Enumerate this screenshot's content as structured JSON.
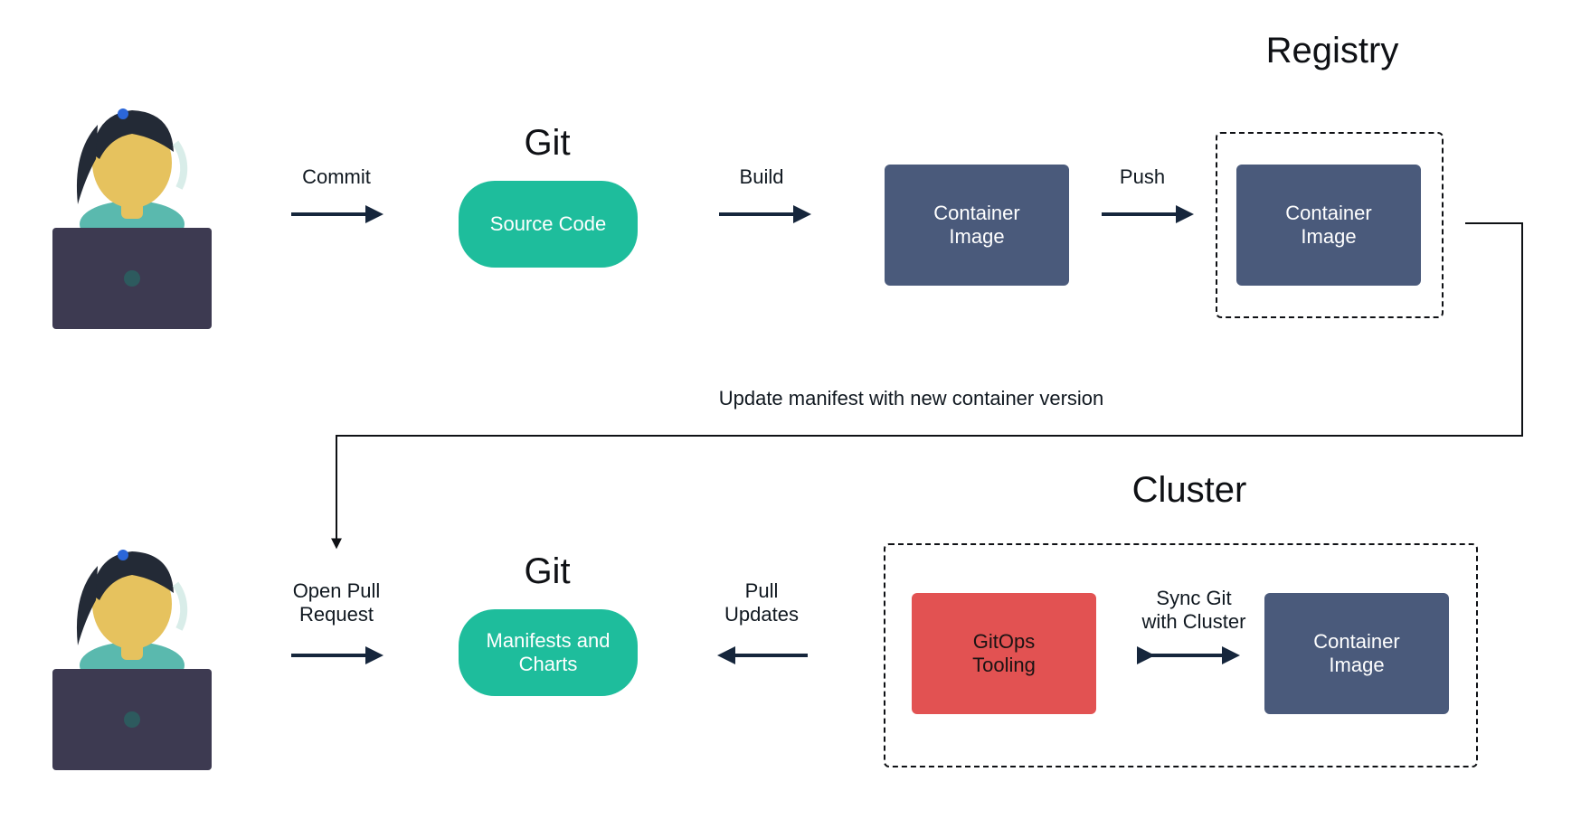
{
  "flow_top": {
    "commit_label": "Commit",
    "git_heading": "Git",
    "source_code": "Source Code",
    "build_label": "Build",
    "build_image": "Container\nImage",
    "push_label": "Push",
    "registry_heading": "Registry",
    "registry_image": "Container\nImage"
  },
  "update_label": "Update manifest with new container version",
  "flow_bottom": {
    "pr_label": "Open Pull\nRequest",
    "git_heading": "Git",
    "manifests": "Manifests and\nCharts",
    "pull_label": "Pull\nUpdates",
    "cluster_heading": "Cluster",
    "gitops": "GitOps\nTooling",
    "sync_label": "Sync Git\nwith Cluster",
    "cluster_image": "Container\nImage"
  },
  "colors": {
    "git_node": "#1ebd9c",
    "container_image": "#4a5a7b",
    "gitops_tooling": "#e25252",
    "arrow": "#16263c"
  },
  "icons": [
    "developer-icon",
    "laptop-icon"
  ]
}
